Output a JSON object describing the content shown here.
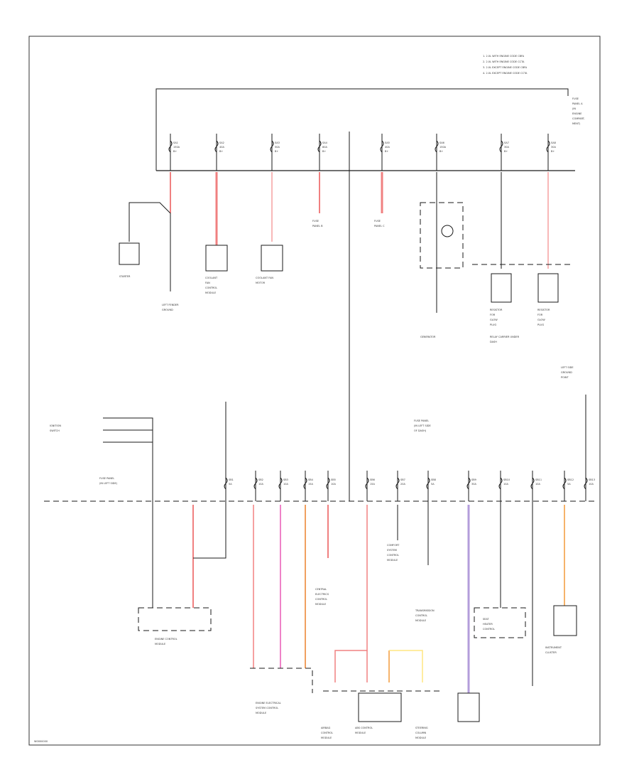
{
  "colors": {
    "red": "#f08080",
    "pink": "#ee82c8",
    "orange": "#f0a060",
    "violet": "#b39ddb",
    "amber": "#f6b36b",
    "yellow": "#ffe680",
    "line": "#1a1a1a"
  },
  "legend": {
    "lines": [
      "1. 2.0L WITH ENGINE CODE CBFA",
      "2. 2.0L WITH ENGINE CODE CCTA",
      "3. 2.0L EXCEPT ENGINE CODE CBFA",
      "4. 2.0L EXCEPT ENGINE CODE CCTA"
    ]
  },
  "fuse_box": {
    "label": [
      "FUSE",
      "PANEL A",
      "(IN",
      "ENGINE",
      "COMPART-",
      "MENT)"
    ]
  },
  "upper_fuses": [
    {
      "id": "SA1",
      "rating": "150A",
      "label": "B+"
    },
    {
      "id": "SA2",
      "rating": "40A",
      "label": "B+"
    },
    {
      "id": "SA3",
      "rating": "50A",
      "label": "B+"
    },
    {
      "id": "SA4",
      "rating": "80A",
      "label": "B+"
    },
    {
      "id": "SA5",
      "rating": "40A",
      "label": "B+"
    },
    {
      "id": "SA6",
      "rating": "150A",
      "label": "B+"
    },
    {
      "id": "SA7",
      "rating": "30A",
      "label": "B+"
    },
    {
      "id": "SA8",
      "rating": "30A",
      "label": "B+"
    }
  ],
  "upper_components": {
    "starter": "STARTER",
    "ground_left": [
      "LEFT FENDER",
      "GROUND"
    ],
    "coolant_fan_1": [
      "COOLANT",
      "FAN",
      "CONTROL",
      "MODULE"
    ],
    "coolant_fan_2": [
      "COOLANT FAN",
      "MOTOR"
    ],
    "fuse_panel_b": [
      "FUSE",
      "PANEL B"
    ],
    "fuse_panel_c": [
      "FUSE",
      "PANEL C"
    ],
    "generator": "GENERATOR",
    "fuse_right_1": [
      "RESISTOR",
      "FOR",
      "GLOW",
      "PLUG"
    ],
    "fuse_right_2": [
      "RESISTOR",
      "FOR",
      "GLOW",
      "PLUG"
    ],
    "right_bottom_caption": [
      "RELAY CARRIER UNDER",
      "DASH"
    ]
  },
  "lower_bus": {
    "label": [
      "FUSE PANEL",
      "(IN LEFT SIDE",
      "OF DASH)"
    ]
  },
  "lower_fuses": [
    {
      "id": "SB1",
      "rating": "5A"
    },
    {
      "id": "SB2",
      "rating": "10A"
    },
    {
      "id": "SB3",
      "rating": "10A"
    },
    {
      "id": "SB4",
      "rating": "15A"
    },
    {
      "id": "SB5",
      "rating": "10A"
    },
    {
      "id": "SB6",
      "rating": "15A"
    },
    {
      "id": "SB7",
      "rating": "20A"
    },
    {
      "id": "SB8",
      "rating": "5A"
    },
    {
      "id": "SB9",
      "rating": "30A"
    },
    {
      "id": "SB10",
      "rating": "10A"
    },
    {
      "id": "SB11",
      "rating": "10A"
    },
    {
      "id": "SB12",
      "rating": "5A"
    },
    {
      "id": "SB13",
      "rating": "10A"
    }
  ],
  "lower_components": {
    "ignition_switch": [
      "IGNITION",
      "SWITCH"
    ],
    "relay_left": [
      "FUSE PANEL",
      "(IN LEFT SIDE)"
    ],
    "engine_control": [
      "ENGINE CONTROL",
      "MODULE"
    ],
    "central_electrics": [
      "CENTRAL",
      "ELECTRICS",
      "CONTROL",
      "MODULE"
    ],
    "comfort_system": [
      "COMFORT",
      "SYSTEM",
      "CONTROL",
      "MODULE"
    ],
    "engine_electrical": [
      "ENGINE ELECTRICAL",
      "SYSTEM CONTROL",
      "MODULE"
    ],
    "airbag": [
      "AIRBAG",
      "CONTROL",
      "MODULE"
    ],
    "abs_module": [
      "ABS CONTROL",
      "MODULE"
    ],
    "transmission": [
      "TRANSMISSION",
      "CONTROL",
      "MODULE"
    ],
    "instrument": [
      "INSTRUMENT",
      "CLUSTER"
    ],
    "steering": [
      "STEERING",
      "COLUMN",
      "MODULE"
    ],
    "seat_heater": [
      "SEAT",
      "HEATER",
      "CONTROL"
    ],
    "ground_right": [
      "LEFT SIDE",
      "GROUND",
      "POINT"
    ]
  },
  "footer": {
    "page_code": "W0000000"
  }
}
